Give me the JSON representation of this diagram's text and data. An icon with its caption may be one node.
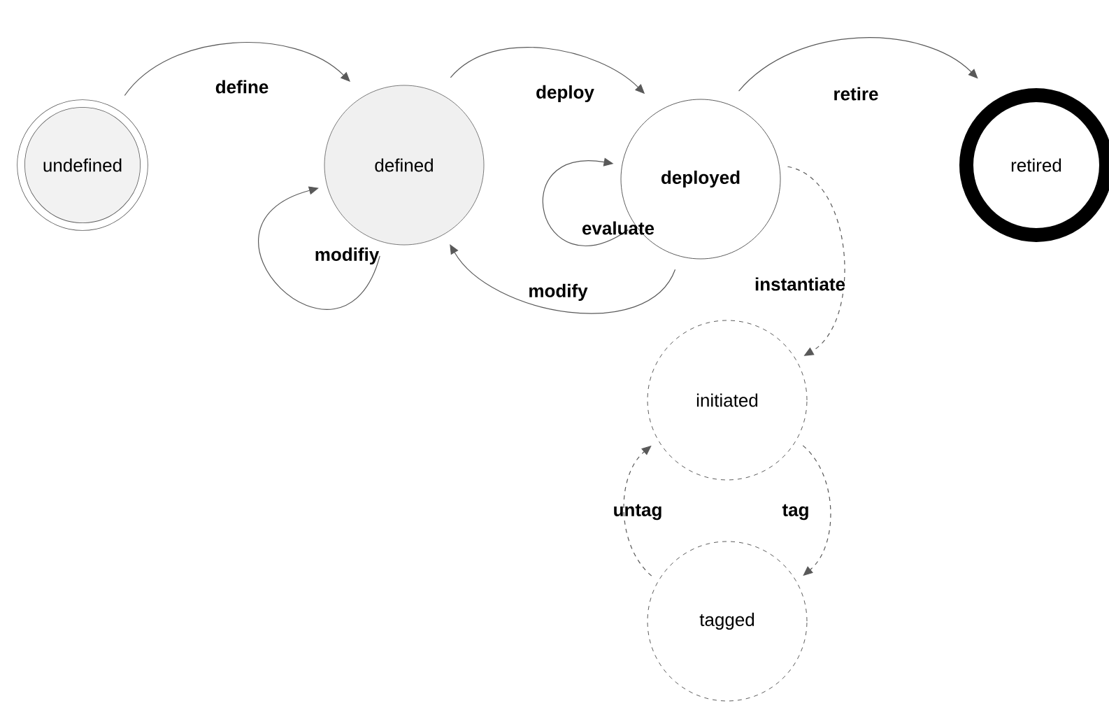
{
  "diagram": {
    "nodes": [
      {
        "text": [
          "undefined"
        ]
      },
      {
        "text": [
          "defined"
        ]
      },
      {
        "text": [
          "deployed"
        ]
      },
      {
        "text": [
          "retired"
        ]
      },
      {
        "text": [
          "initiated"
        ]
      },
      {
        "text": [
          "tagged"
        ]
      }
    ],
    "edges": [
      {
        "from": 0,
        "to": 1,
        "arrow": "to",
        "label": "define"
      },
      {
        "from": 1,
        "to": 1,
        "arrow": "to",
        "label": "modifiy"
      },
      {
        "from": 1,
        "to": 2,
        "arrow": "to",
        "label": "deploy"
      },
      {
        "from": 2,
        "to": 2,
        "arrow": "to",
        "label": "evaluate"
      },
      {
        "from": 2,
        "to": 1,
        "arrow": "to",
        "label": "modify"
      },
      {
        "from": 2,
        "to": 3,
        "arrow": "to",
        "label": "retire"
      },
      {
        "from": 2,
        "to": 4,
        "arrow": "to",
        "label": "instantiate",
        "style": "dashed"
      },
      {
        "from": 4,
        "to": 5,
        "arrow": "to",
        "label": "tag",
        "style": "dashed"
      },
      {
        "from": 5,
        "to": 4,
        "arrow": "to",
        "label": "untag",
        "style": "dashed"
      }
    ]
  }
}
